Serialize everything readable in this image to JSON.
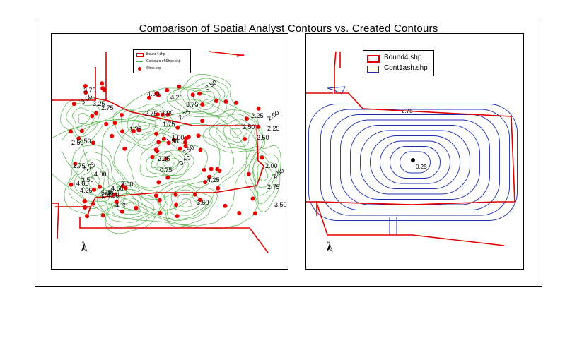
{
  "title": "Comparison of Spatial Analyst Contours vs. Created Contours",
  "colors": {
    "boundary": "#e00000",
    "spatial_contours": "#52b44a",
    "points": "#e60000",
    "created_contours": "#1f2fb0"
  },
  "left_map": {
    "legend": [
      {
        "label": "Bound4.shp",
        "symbol": "red-rect"
      },
      {
        "label": "Contours of Shpe.shp",
        "symbol": "green-line"
      },
      {
        "label": "Shpe.shp",
        "symbol": "red-dot"
      }
    ],
    "contour_labels": [
      "3.75",
      "3.00",
      "3.25",
      "2.75",
      "4.00",
      "4.25",
      "3.50",
      "3.75",
      "3.00",
      "2.75",
      "2.25",
      "2.00",
      "2.50",
      "2.25",
      "1.25",
      "1.75",
      "2.25",
      "2.50",
      "1.50",
      "1.00",
      "0.75",
      "0.50",
      "2.50",
      "2.75",
      "3.50",
      "4.25",
      "3.25",
      "4.00",
      "5.00",
      "4.50",
      "3.00",
      "4.50",
      "4.75",
      "3.50",
      "4.25",
      "2.00",
      "2.50",
      "2.75",
      "3.50",
      "2.50",
      "2.25",
      "2.50",
      "4.00",
      "4.50"
    ],
    "north_arrow": "N"
  },
  "right_map": {
    "legend": [
      {
        "label": "Bound4.shp",
        "symbol": "red-rect"
      },
      {
        "label": "Cont1ash.shp",
        "symbol": "blue-rect"
      }
    ],
    "contour_labels": [
      "2.75",
      "0.25"
    ],
    "north_arrow": "N"
  }
}
